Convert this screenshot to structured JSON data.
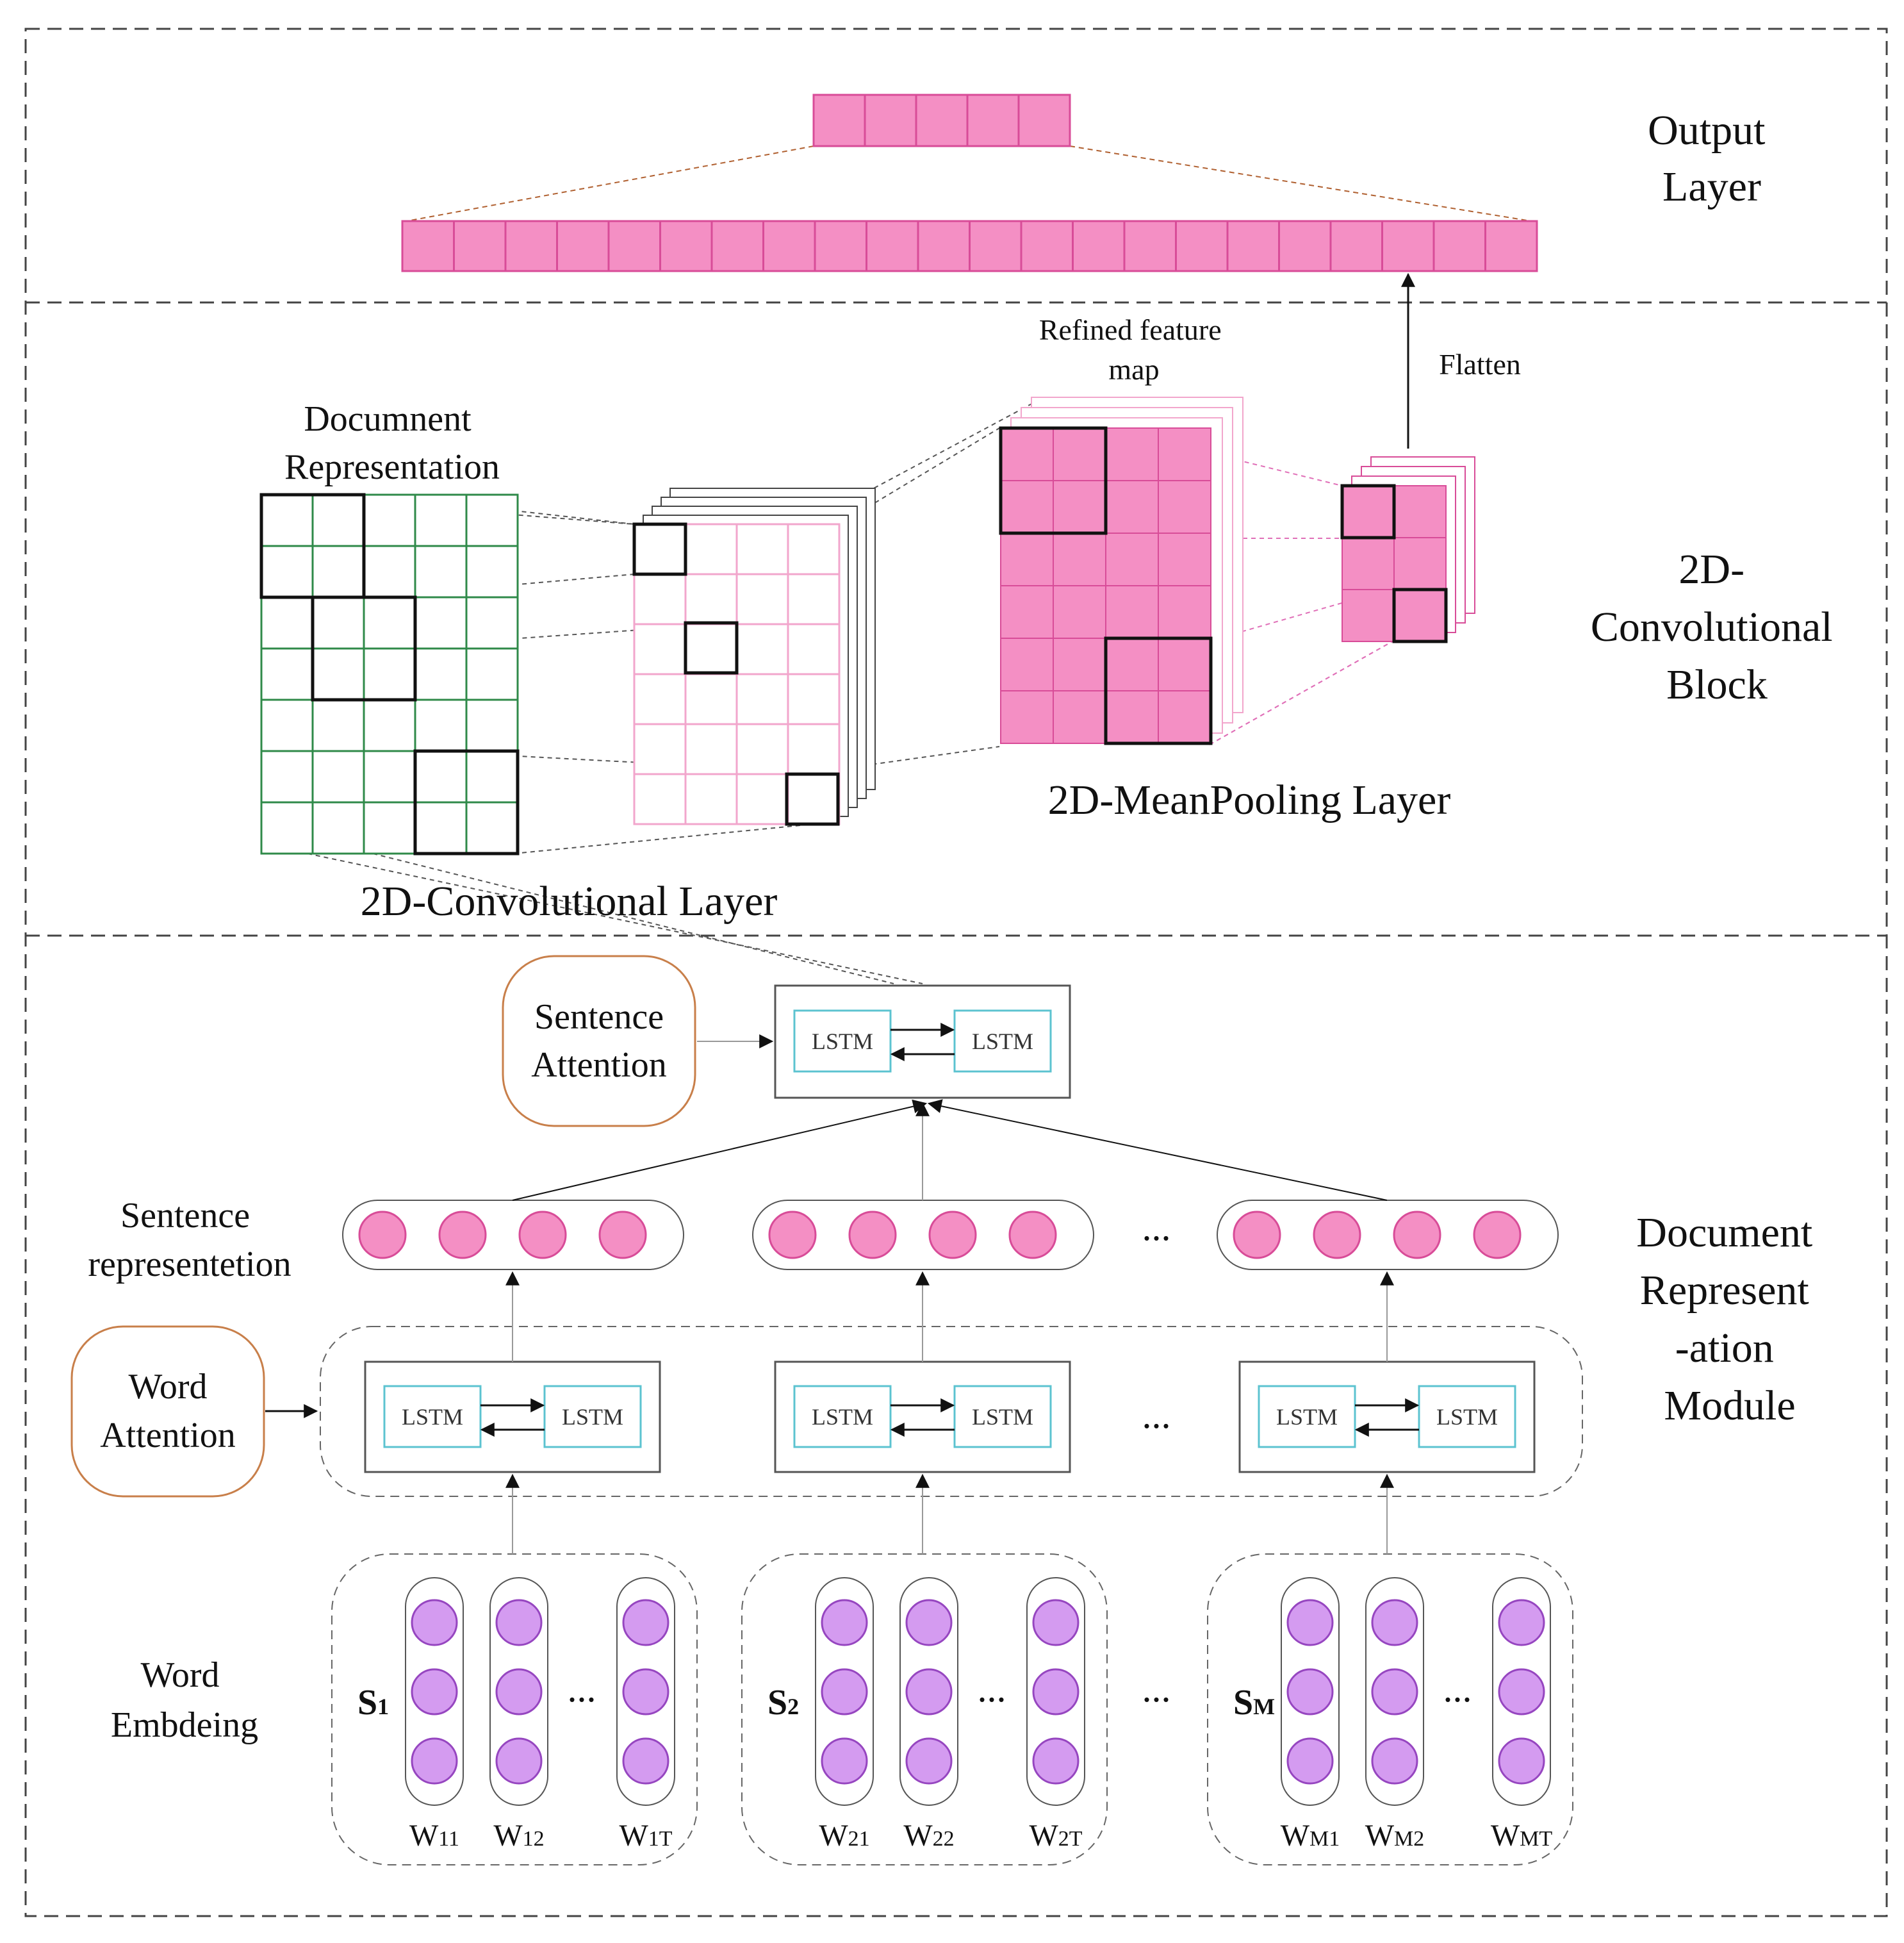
{
  "sections": {
    "output": "Output Layer",
    "conv_block": "2D- Convolutional Block",
    "doc_module": "Document Represent -ation Module"
  },
  "labels": {
    "refined": "Refined feature map",
    "flatten": "Flatten",
    "doc_repr": "Documnent Representation",
    "meanpool": "2D-MeanPooling Layer",
    "conv_layer": "2D-Convolutional Layer",
    "sentence_attention": "Sentence Attention",
    "sentence_repr": "Sentence representetion",
    "word_attention": "Word Attention",
    "word_embed": "Word Embdeing",
    "lstm": "LSTM",
    "ellipsis": "..."
  },
  "sentences": [
    {
      "name": "S1",
      "words": [
        "W11",
        "W12",
        "W1T"
      ]
    },
    {
      "name": "S2",
      "words": [
        "W21",
        "W22",
        "W2T"
      ]
    },
    {
      "name": "SM",
      "words": [
        "WM1",
        "WM2",
        "WMT"
      ]
    }
  ],
  "colors": {
    "pink": "#f48fc4",
    "pink_line": "#d84c98",
    "green_grid": "#2f8a49",
    "light_pink_grid": "#f2a6cc",
    "purple": "#d49bf0",
    "purple_stroke": "#9646c0",
    "lstm_border": "#5cc3d0",
    "attention_border": "#c87f4a"
  }
}
